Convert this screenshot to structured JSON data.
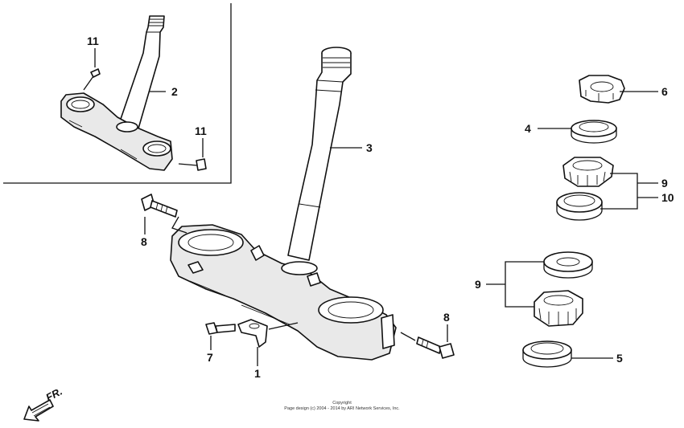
{
  "callouts": {
    "c1": "1",
    "c2": "2",
    "c3": "3",
    "c4": "4",
    "c5": "5",
    "c6": "6",
    "c7": "7",
    "c8a": "8",
    "c8b": "8",
    "c9a": "9",
    "c9b": "9",
    "c10": "10",
    "c11a": "11",
    "c11b": "11"
  },
  "direction_marker": "FR.",
  "copyright": {
    "line1": "Copyright",
    "line2": "Page design (c) 2004 - 2014 by ARI Network Services, Inc."
  },
  "colors": {
    "line": "#111111",
    "fill": "#ffffff",
    "shade": "#e9e9e9"
  }
}
